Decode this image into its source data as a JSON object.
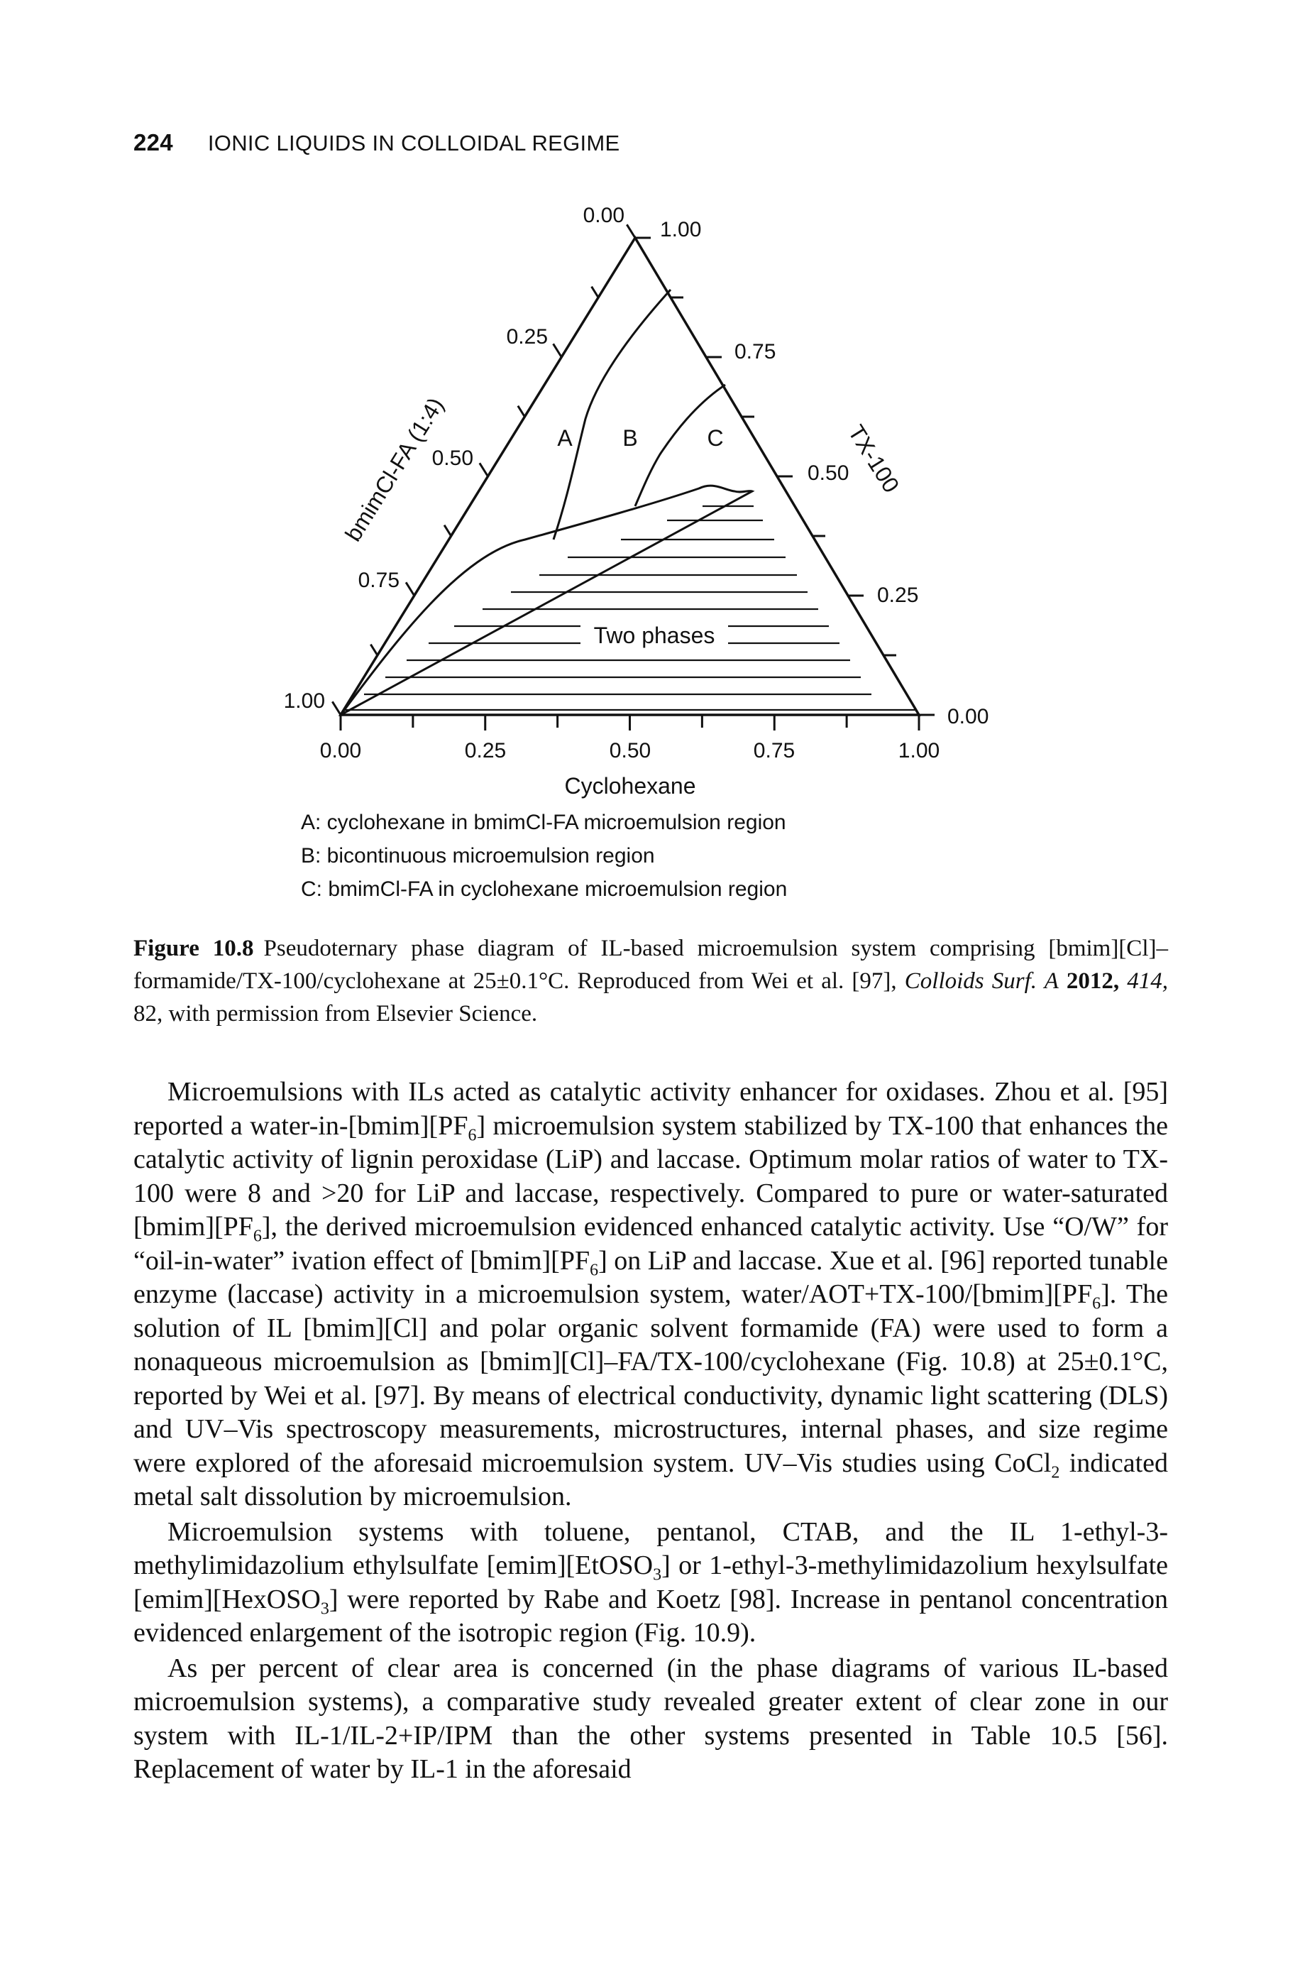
{
  "header": {
    "page_number": "224",
    "running_title": "IONIC LIQUIDS IN COLLOIDAL REGIME"
  },
  "chart_data": {
    "type": "ternary",
    "xlabel": "Cyclohexane",
    "left_axis_label": "bmimCl-FA (1:4)",
    "right_axis_label": "TX-100",
    "ticks": [
      "0.00",
      "0.25",
      "0.50",
      "0.75",
      "1.00"
    ],
    "regions": [
      "A",
      "B",
      "C"
    ],
    "two_phase_label": "Two phases"
  },
  "legend": [
    "A: cyclohexane in bmimCl-FA microemulsion region",
    "B: bicontinuous microemulsion region",
    "C: bmimCl-FA in cyclohexane microemulsion region"
  ],
  "caption": {
    "label": "Figure 10.8",
    "text1": "Pseudoternary phase diagram of IL-based microemulsion system comprising [bmim][Cl]–formamide/TX-100/cyclohexane at 25±0.1°C. Reproduced from Wei et al. [97],",
    "journal": "Colloids Surf. A",
    "year": "2012,",
    "volume": "414,",
    "text2": "82, with permission from Elsevier Science."
  },
  "paragraphs": [
    {
      "p1": "Microemulsions with ILs acted as catalytic activity enhancer for oxidases. Zhou et al. [95] reported a water-in-[bmim][PF",
      "s1": "6",
      "p2": "] microemulsion system stabilized by TX-100 that enhances the catalytic activity of lignin peroxidase (LiP) and laccase. Optimum molar ratios of water to TX-100 were 8 and >20 for LiP and laccase, respectively. Compared to pure or water-saturated [bmim][PF",
      "s2": "6",
      "p3": "], the derived microemulsion evidenced enhanced catalytic activity. Use “O/W” for “oil-in-water” ivation effect of [bmim][PF",
      "s3": "6",
      "p4": "] on LiP and laccase. Xue et al. [96] reported tunable enzyme (laccase) activity in a microemulsion system, water/AOT+TX-100/[bmim][PF",
      "s4": "6",
      "p5": "]. The solution of IL [bmim][Cl] and polar organic solvent formamide (FA) were used to form a nonaqueous microemulsion as [bmim][Cl]–FA/TX-100/cyclohexane (Fig. 10.8) at 25±0.1°C, reported by Wei et al. [97]. By means of electrical conductivity, dynamic light scattering (DLS) and UV–Vis spectroscopy measurements, microstructures, internal phases, and size regime were explored of the aforesaid microemulsion system. UV–Vis studies using CoCl",
      "s5": "2",
      "p6": " indicated metal salt dissolution by microemulsion."
    },
    {
      "p1": "Microemulsion systems with toluene, pentanol, CTAB, and the IL 1-ethyl-3-methylimidazolium ethylsulfate [emim][EtOSO",
      "s1": "3",
      "p2": "] or 1-ethyl-3-methylimidazolium hexylsulfate [emim][HexOSO",
      "s2": "3",
      "p3": "] were reported by Rabe and Koetz [98]. Increase in pentanol concentration evidenced enlargement of the isotropic region (Fig. 10.9)."
    },
    {
      "p1": "As per percent of clear area is concerned (in the phase diagrams of various IL-based microemulsion systems), a comparative study revealed greater extent of clear zone in our system with IL-1/IL-2+IP/IPM than the other systems presented in Table 10.5 [56]. Replacement of water by IL-1 in the aforesaid"
    }
  ]
}
